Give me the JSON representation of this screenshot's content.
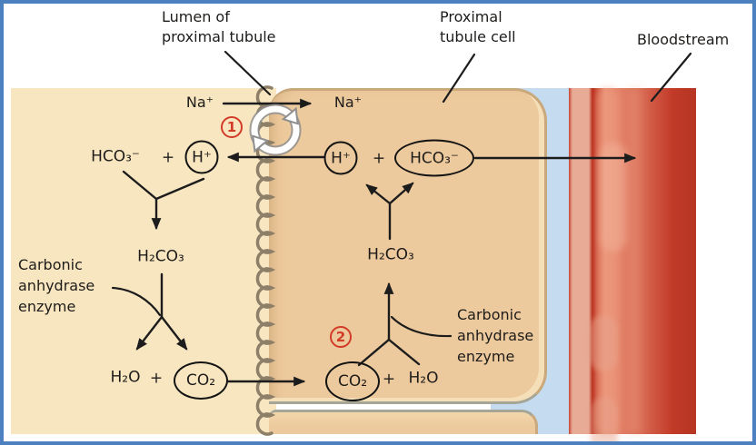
{
  "labels": {
    "lumen_title": "Lumen of\nproximal tubule",
    "cell_title": "Proximal\ntubule cell",
    "bloodstream_title": "Bloodstream"
  },
  "steps": {
    "step1": "1",
    "step2": "2"
  },
  "lumen": {
    "na": "Na⁺",
    "hco3": "HCO₃⁻",
    "plus_top": "+",
    "h_ion": "H⁺",
    "h2co3": "H₂CO₃",
    "enzyme": "Carbonic\nanhydrase\nenzyme",
    "h2o": "H₂O",
    "plus_bottom": "+",
    "co2": "CO₂"
  },
  "cell": {
    "na": "Na⁺",
    "h_ion": "H⁺",
    "plus_top": "+",
    "hco3": "HCO₃⁻",
    "h2co3": "H₂CO₃",
    "enzyme": "Carbonic\nanhydrase\nenzyme",
    "co2": "CO₂",
    "plus_bottom": "+",
    "h2o": "H₂O"
  },
  "colors": {
    "frame_border": "#4d80bf",
    "lumen_bg": "#f8e6c1",
    "cell_bg": "#edca9d",
    "cell_edge": "#c9a87b",
    "cell_bottom_edge": "#a5a598",
    "interstitium": "#c5dbf0",
    "membrane": "#8d7f68",
    "vessel_wall_pink": "#e8ab96",
    "vessel_red_dark": "#b72a19",
    "vessel_red_mid": "#cc523c",
    "vessel_salmon": "#e89177",
    "step_red": "#d13b27",
    "text": "#1e1c1a"
  }
}
